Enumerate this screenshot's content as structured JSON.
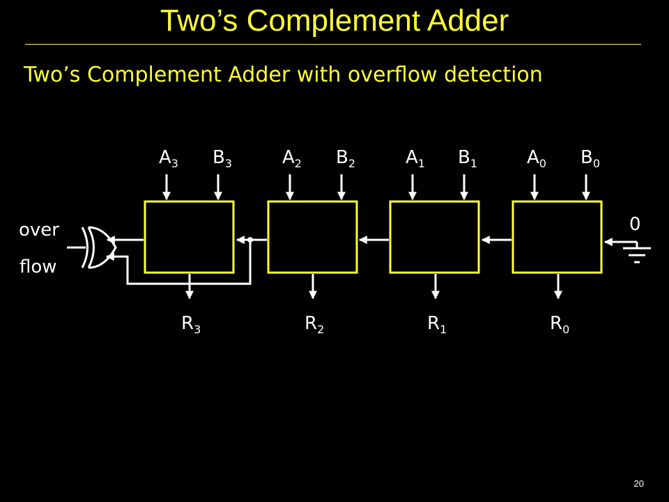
{
  "title": "Two’s Complement Adder",
  "subtitle": "Two’s Complement Adder with overflow detection",
  "page_number": "20",
  "accent_color": "#ffff33",
  "adders": [
    {
      "a_main": "A",
      "a_sub": "3",
      "b_main": "B",
      "b_sub": "3",
      "r_main": "R",
      "r_sub": "3"
    },
    {
      "a_main": "A",
      "a_sub": "2",
      "b_main": "B",
      "b_sub": "2",
      "r_main": "R",
      "r_sub": "2"
    },
    {
      "a_main": "A",
      "a_sub": "1",
      "b_main": "B",
      "b_sub": "1",
      "r_main": "R",
      "r_sub": "1"
    },
    {
      "a_main": "A",
      "a_sub": "0",
      "b_main": "B",
      "b_sub": "0",
      "r_main": "R",
      "r_sub": "0"
    }
  ],
  "carry_in": "0",
  "overflow_label_top": "over",
  "overflow_label_bottom": "flow"
}
